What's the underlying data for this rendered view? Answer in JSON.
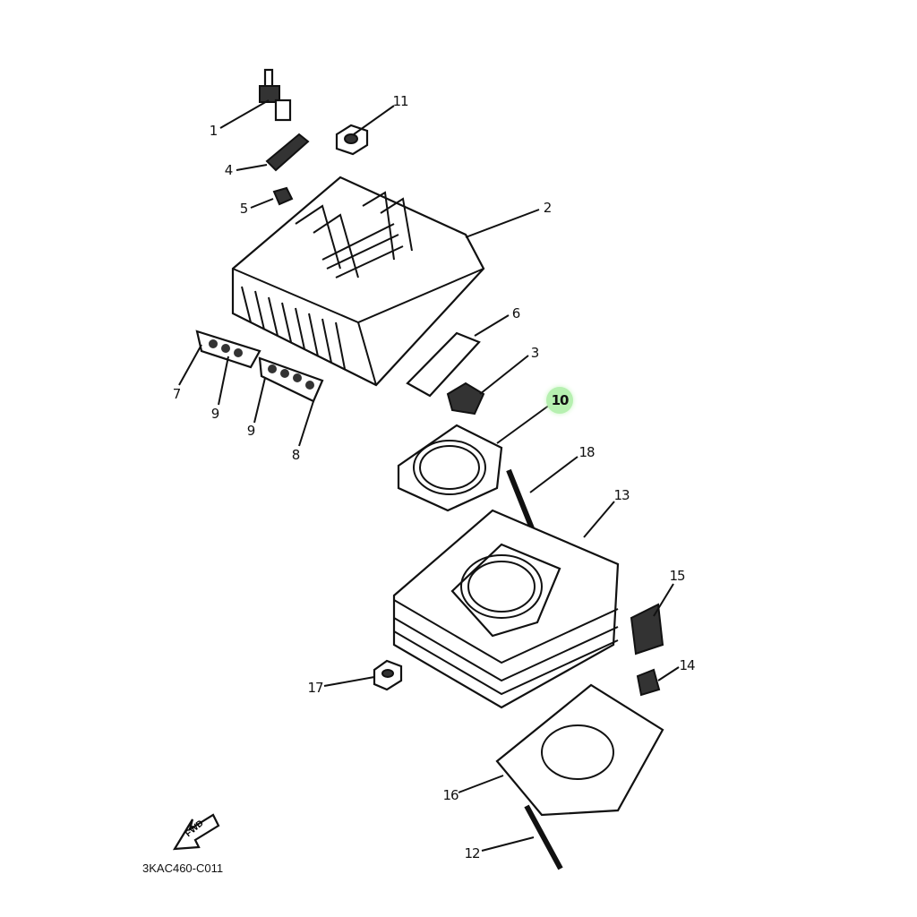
{
  "diagram": {
    "callouts": [
      {
        "id": "1",
        "label": "1"
      },
      {
        "id": "11",
        "label": "11"
      },
      {
        "id": "4",
        "label": "4"
      },
      {
        "id": "5",
        "label": "5"
      },
      {
        "id": "2",
        "label": "2"
      },
      {
        "id": "6",
        "label": "6"
      },
      {
        "id": "3",
        "label": "3"
      },
      {
        "id": "10",
        "label": "10",
        "highlighted": true
      },
      {
        "id": "7",
        "label": "7"
      },
      {
        "id": "9a",
        "label": "9"
      },
      {
        "id": "9b",
        "label": "9"
      },
      {
        "id": "8",
        "label": "8"
      },
      {
        "id": "18",
        "label": "18"
      },
      {
        "id": "13",
        "label": "13"
      },
      {
        "id": "15",
        "label": "15"
      },
      {
        "id": "14",
        "label": "14"
      },
      {
        "id": "17",
        "label": "17"
      },
      {
        "id": "16",
        "label": "16"
      },
      {
        "id": "12",
        "label": "12"
      }
    ],
    "highlight_color": "#b6f0b0",
    "fwd_label": "FWD",
    "drawing_code": "3KAC460-C011"
  }
}
